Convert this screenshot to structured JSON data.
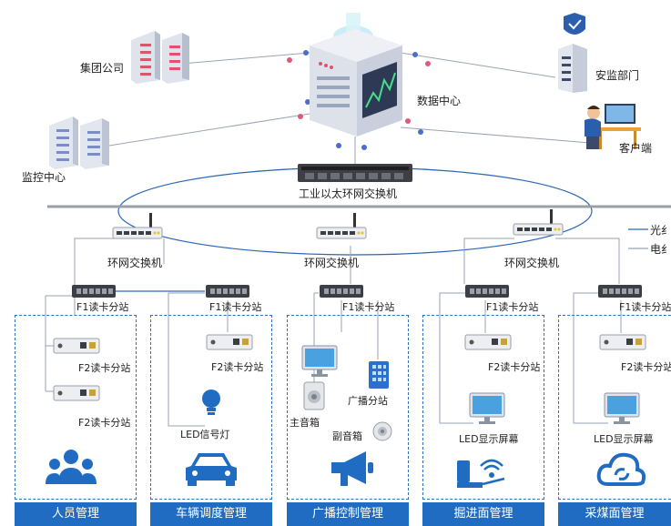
{
  "labels": {
    "group_company": "集团公司",
    "data_center": "数据中心",
    "safety_dept": "安监部门",
    "client": "客户端",
    "monitor_center": "监控中心",
    "industrial_switch": "工业以太环网交换机",
    "ring_switch": "环网交换机",
    "f1": "F1读卡分站",
    "f2": "F2读卡分站",
    "led_light": "LED信号灯",
    "broadcast_sub": "广播分站",
    "main_speaker": "主音箱",
    "sub_speaker": "副音箱",
    "led_screen": "LED显示屏幕",
    "legend_fiber": "光纟",
    "legend_cable": "电纟"
  },
  "panels": [
    {
      "title": "人员管理",
      "icon": "people-icon"
    },
    {
      "title": "车辆调度管理",
      "icon": "car-icon"
    },
    {
      "title": "广播控制管理",
      "icon": "megaphone-icon"
    },
    {
      "title": "掘进面管理",
      "icon": "wireless-icon"
    },
    {
      "title": "采煤面管理",
      "icon": "cloud-icon"
    }
  ],
  "colors": {
    "accent": "#1f6cc2",
    "ring": "#2a66b5",
    "dash": "#2e6fb8"
  }
}
